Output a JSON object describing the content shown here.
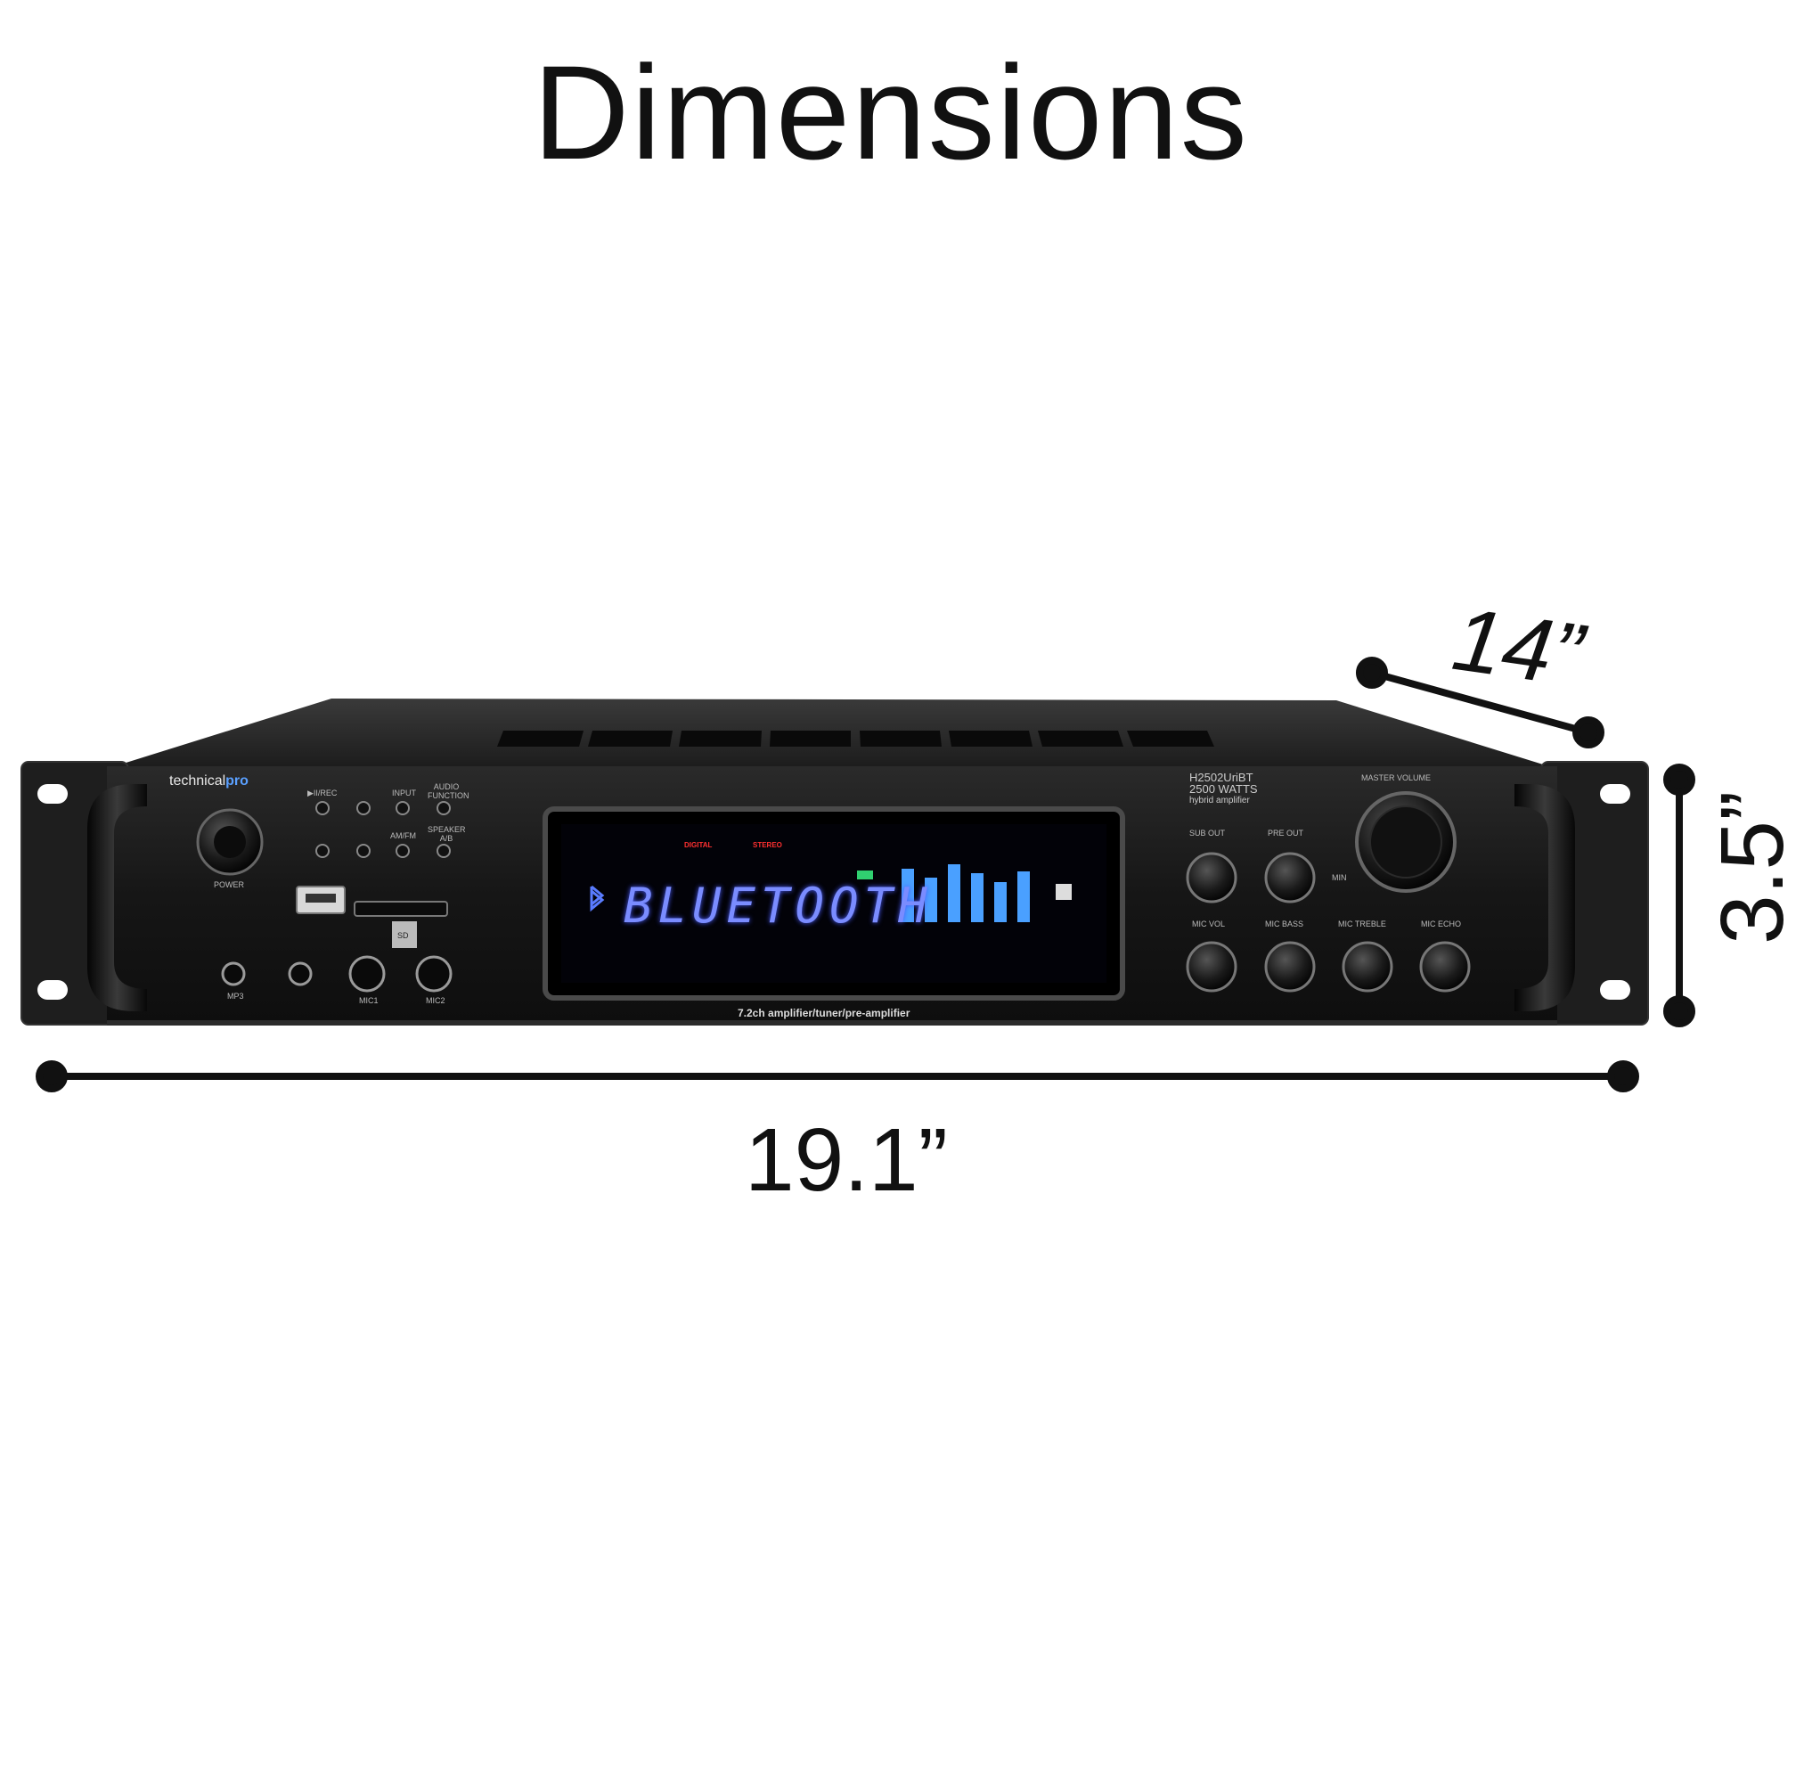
{
  "title": "Dimensions",
  "dimensions": {
    "width": "19.1”",
    "depth": "14”",
    "height": "3.5”"
  },
  "device": {
    "brand_a": "technical",
    "brand_b": "pro",
    "model_line1": "H2502UriBT",
    "model_line2": "2500 WATTS",
    "model_line3": "hybrid amplifier",
    "display_text": "BLUETOOTH",
    "display_tag_digital": "DIGITAL",
    "display_tag_stereo": "STEREO",
    "bottom_text": "7.2ch amplifier/tuner/pre-amplifier",
    "labels": {
      "power": "POWER",
      "mp3": "MP3",
      "mic1": "MIC1",
      "mic2": "MIC2",
      "sd": "SD",
      "play_rec": "▶II/REC",
      "input": "INPUT",
      "audio_function": "AUDIO FUNCTION",
      "am_fm": "AM/FM",
      "speaker_ab": "SPEAKER A/B",
      "sub_out": "SUB OUT",
      "pre_out": "PRE OUT",
      "master_volume": "MASTER VOLUME",
      "min": "MIN",
      "mic_vol": "MIC VOL",
      "mic_bass": "MIC BASS",
      "mic_treble": "MIC TREBLE",
      "mic_echo": "MIC ECHO"
    }
  },
  "colors": {
    "chassis": "#1a1a1a",
    "display_text": "#7a8cff",
    "brand_accent": "#5aa0ff",
    "dimension_line": "#111111"
  }
}
